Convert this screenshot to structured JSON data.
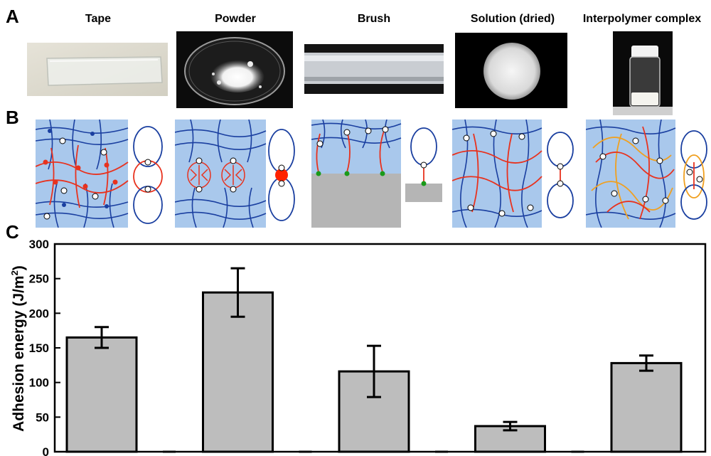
{
  "panels": {
    "a": "A",
    "b": "B",
    "c": "C"
  },
  "columns": [
    "Tape",
    "Powder",
    "Brush",
    "Solution (dried)",
    "Interpolymer complex"
  ],
  "chart_data": {
    "type": "bar",
    "ylabel": "Adhesion energy (J/m²)",
    "ylabel_main": "Adhesion energy (J/m",
    "ylabel_sup": "2",
    "ylabel_close": ")",
    "ylim": [
      0,
      300
    ],
    "yticks": [
      0,
      50,
      100,
      150,
      200,
      250,
      300
    ],
    "ytick_labels": [
      "0",
      "50",
      "100",
      "150",
      "200",
      "250",
      "300"
    ],
    "categories": [
      "Tape",
      "Powder",
      "Brush",
      "Solution (dried)",
      "Interpolymer complex"
    ],
    "values": [
      165,
      230,
      116,
      37,
      128
    ],
    "errors": [
      15,
      35,
      37,
      6,
      11
    ],
    "grid": false,
    "colors": {
      "bar": "#bdbdbd",
      "edge": "#000000"
    }
  },
  "colors": {
    "water": "#a9c8ec",
    "blue": "#1a3fa0",
    "red": "#e8321e",
    "orange": "#f0a020",
    "gray": "#b5b5b5"
  }
}
